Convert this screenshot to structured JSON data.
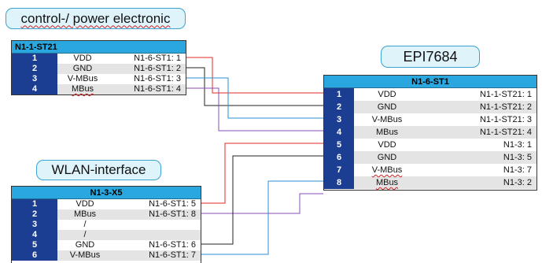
{
  "labels": {
    "control": "control-/ power electronic",
    "wlan": "WLAN-interface",
    "epi": "EPI7684"
  },
  "tables": {
    "st21": {
      "header": "N1-1-ST21",
      "rows": [
        {
          "num": "1",
          "signal": "VDD",
          "target": "N1-6-ST1:  1"
        },
        {
          "num": "2",
          "signal": "GND",
          "target": "N1-6-ST1:  2"
        },
        {
          "num": "3",
          "signal": "V-MBus",
          "target": "N1-6-ST1:  3"
        },
        {
          "num": "4",
          "signal": "MBus",
          "target": "N1-6-ST1:  4"
        }
      ]
    },
    "x5": {
      "header": "N1-3-X5",
      "rows": [
        {
          "num": "1",
          "signal": "VDD",
          "target": "N1-6-ST1:  5"
        },
        {
          "num": "2",
          "signal": "MBus",
          "target": "N1-6-ST1:  8"
        },
        {
          "num": "3",
          "signal": "/",
          "target": ""
        },
        {
          "num": "4",
          "signal": "/",
          "target": ""
        },
        {
          "num": "5",
          "signal": "GND",
          "target": "N1-6-ST1:  6"
        },
        {
          "num": "6",
          "signal": "V-MBus",
          "target": "N1-6-ST1:  7"
        }
      ]
    },
    "st1": {
      "header": "N1-6-ST1",
      "rows": [
        {
          "num": "1",
          "signal": "VDD",
          "target": "N1-1-ST21:  1"
        },
        {
          "num": "2",
          "signal": "GND",
          "target": "N1-1-ST21:  2"
        },
        {
          "num": "3",
          "signal": "V-MBus",
          "target": "N1-1-ST21:  3"
        },
        {
          "num": "4",
          "signal": "MBus",
          "target": "N1-1-ST21:  4"
        },
        {
          "num": "5",
          "signal": "VDD",
          "target": "N1-3:  1"
        },
        {
          "num": "6",
          "signal": "GND",
          "target": "N1-3:  5"
        },
        {
          "num": "7",
          "signal": "V-MBus",
          "target": "N1-3:  7"
        },
        {
          "num": "8",
          "signal": "MBus",
          "target": "N1-3:  2"
        }
      ]
    }
  },
  "colors": {
    "vdd": "#e02828",
    "gnd": "#222222",
    "vmbus": "#2a8fd6",
    "mbus": "#8a4bb8",
    "header": "#2aa7de",
    "pin": "#1b3e93"
  }
}
